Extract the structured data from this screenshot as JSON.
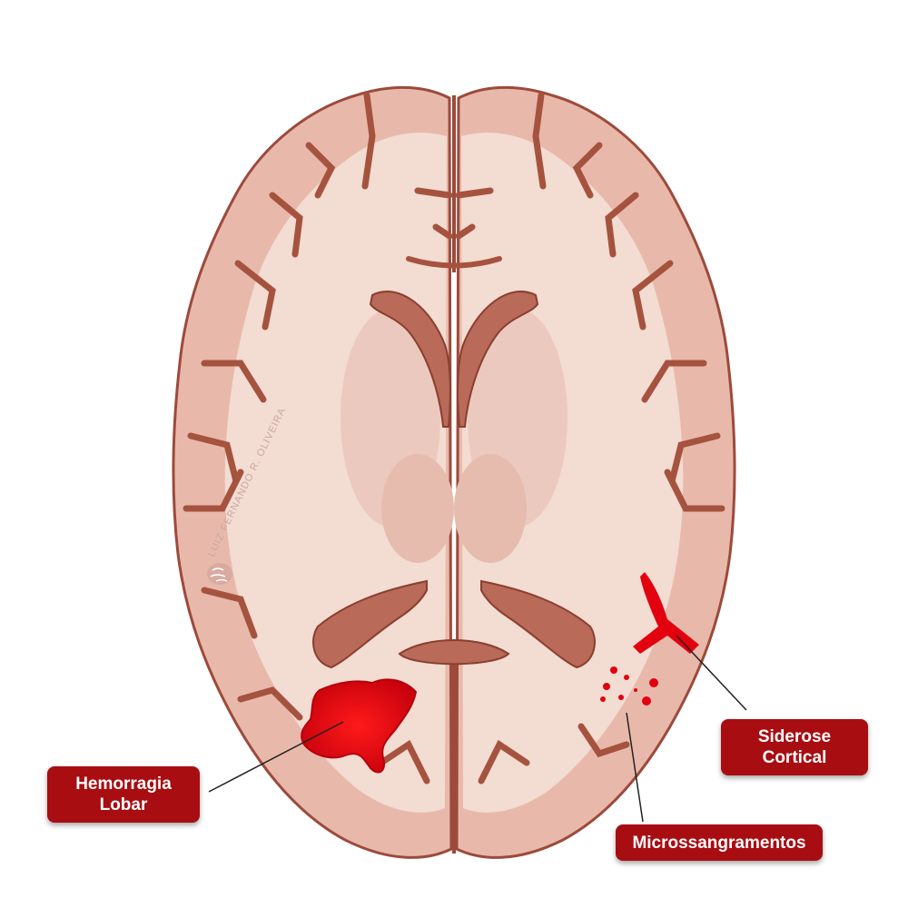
{
  "labels": {
    "hemorragia": {
      "line1": "Hemorragia",
      "line2": "Lobar"
    },
    "siderose": {
      "line1": "Siderose",
      "line2": "Cortical"
    },
    "micro": {
      "line1": "Microssangramentos"
    }
  },
  "watermark": {
    "text": "LUIZ FERNANDO R. OLIVEIRA"
  },
  "colors": {
    "brain_outer": "#e8b9ab",
    "brain_white": "#f3dcd1",
    "brain_outline": "#9c4a3c",
    "sulcus": "#a5533f",
    "ventricle": "#b96a58",
    "hemorrhage": "#e3000f",
    "label_bg": "#a80d12",
    "label_text": "#ffffff"
  },
  "icons": {
    "logo": "brain-logo-icon"
  }
}
